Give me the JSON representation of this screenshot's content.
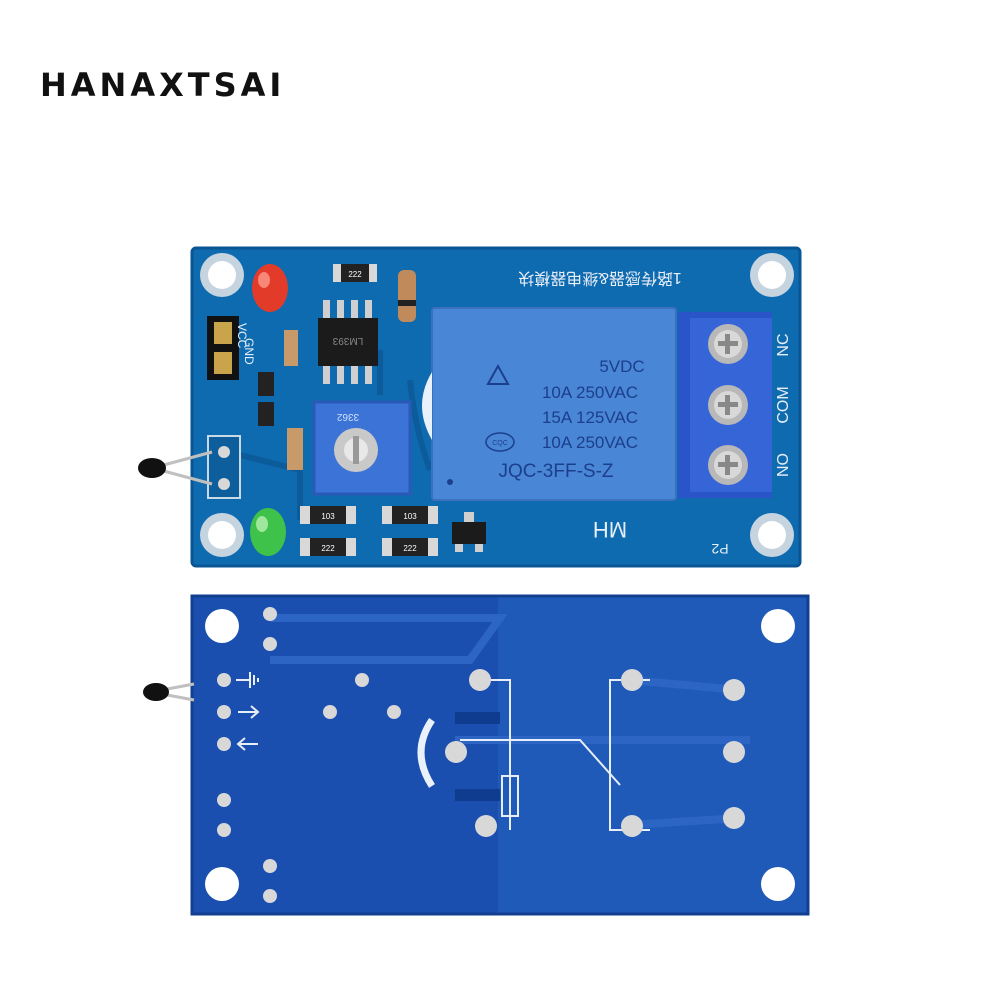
{
  "brand": {
    "name": "HANAXTSAI"
  },
  "top_board": {
    "title_cn": "1路传感器&继电器模块",
    "pins": {
      "gnd": "GND",
      "vcc": "VCC"
    },
    "relay": {
      "line1": "5VDC",
      "line2": "10A 250VAC",
      "line3": "15A 125VAC",
      "line4": "10A 250VAC",
      "model": "JQC-3FF-S-Z",
      "cqc": "CQC"
    },
    "terminals": {
      "nc": "NC",
      "com": "COM",
      "no": "NO"
    },
    "pot_label": "3362",
    "ic_label": "LM393",
    "resistors": [
      "222",
      "103",
      "103",
      "222",
      "222"
    ],
    "mh": "MH",
    "p2": "P2"
  },
  "colors": {
    "pcb_top": "#0f6bb0",
    "pcb_bottom": "#1a4fb0",
    "relay": "#4a86d6",
    "terminal": "#2a55c8"
  }
}
